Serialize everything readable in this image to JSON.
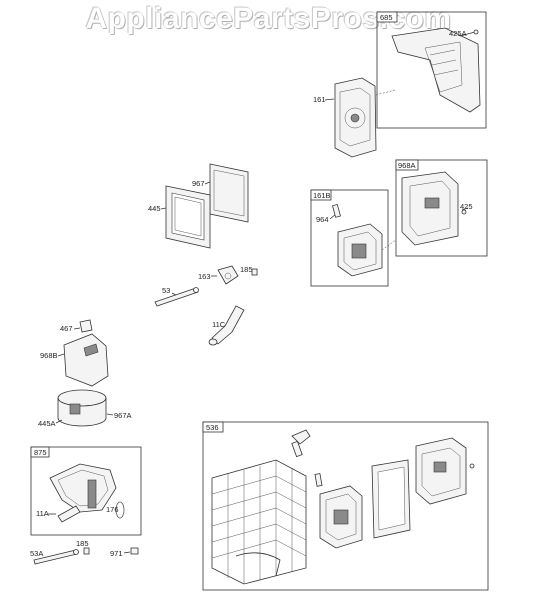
{
  "watermark": "AppliancePartsPros.com",
  "boxes": {
    "b1": "685",
    "b2": "968A",
    "b3": "161B",
    "b4": "875",
    "b5": "536"
  },
  "labels": {
    "l425A": "425A",
    "l161": "161",
    "l967": "967",
    "l445": "445",
    "l964": "964",
    "l425": "425",
    "l163": "163",
    "l185": "185",
    "l53": "53",
    "l11C": "11C",
    "l467": "467",
    "l968B": "968B",
    "l445A": "445A",
    "l967A": "967A",
    "l11A": "11A",
    "l176": "176",
    "l53A": "53A",
    "l185b": "185",
    "l971": "971"
  }
}
